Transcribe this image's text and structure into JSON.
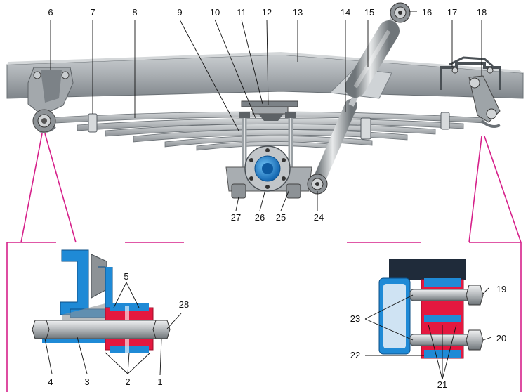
{
  "labels": {
    "n1": "1",
    "n2": "2",
    "n3": "3",
    "n4": "4",
    "n5": "5",
    "n6": "6",
    "n7": "7",
    "n8": "8",
    "n9": "9",
    "n10": "10",
    "n11": "11",
    "n12": "12",
    "n13": "13",
    "n14": "14",
    "n15": "15",
    "n16": "16",
    "n17": "17",
    "n18": "18",
    "n19": "19",
    "n20": "20",
    "n21": "21",
    "n22": "22",
    "n23": "23",
    "n24": "24",
    "n25": "25",
    "n26": "26",
    "n27": "27",
    "n28": "28"
  },
  "colors": {
    "frame": "#9ca3a8",
    "spring": "#a8adb1",
    "metal_dark": "#5d6266",
    "rubber": "#e4183f",
    "blue": "#1f8ad6",
    "callout": "#d6208a",
    "shackle_dark": "#1f2b3a"
  }
}
